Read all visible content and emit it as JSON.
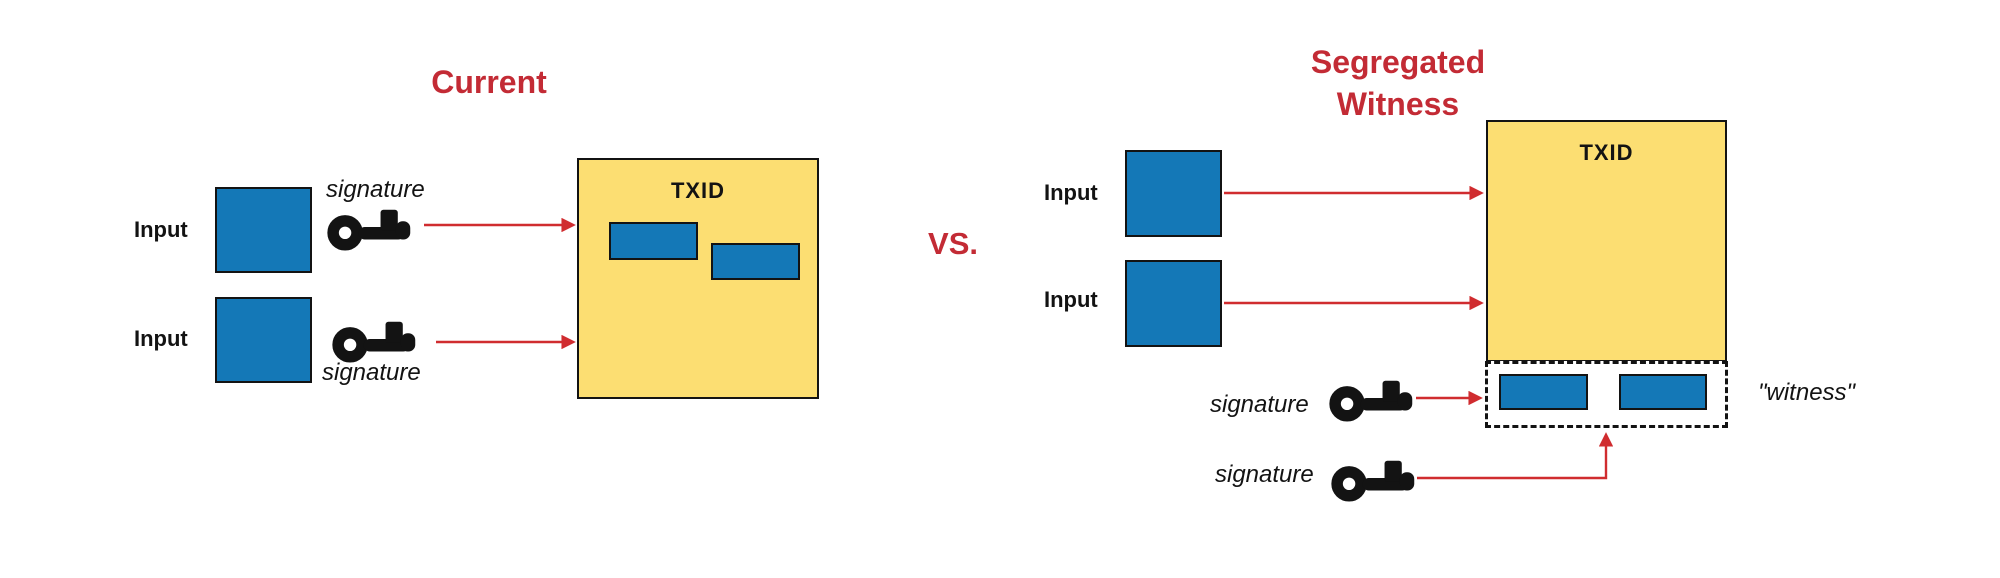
{
  "colors": {
    "box_blue": "#1478B7",
    "box_yellow": "#FCDE72",
    "title_red": "#C32B35",
    "arrow_red": "#D02C2F",
    "ink": "#131313"
  },
  "left_diagram": {
    "title": "Current",
    "input1_label": "Input",
    "input2_label": "Input",
    "signature1_label": "signature",
    "signature2_label": "signature",
    "txid_label": "TXID"
  },
  "divider": {
    "vs_label": "VS."
  },
  "right_diagram": {
    "title_line1": "Segregated",
    "title_line2": "Witness",
    "input1_label": "Input",
    "input2_label": "Input",
    "signature1_label": "signature",
    "signature2_label": "signature",
    "txid_label": "TXID",
    "witness_label": "\"witness\""
  }
}
